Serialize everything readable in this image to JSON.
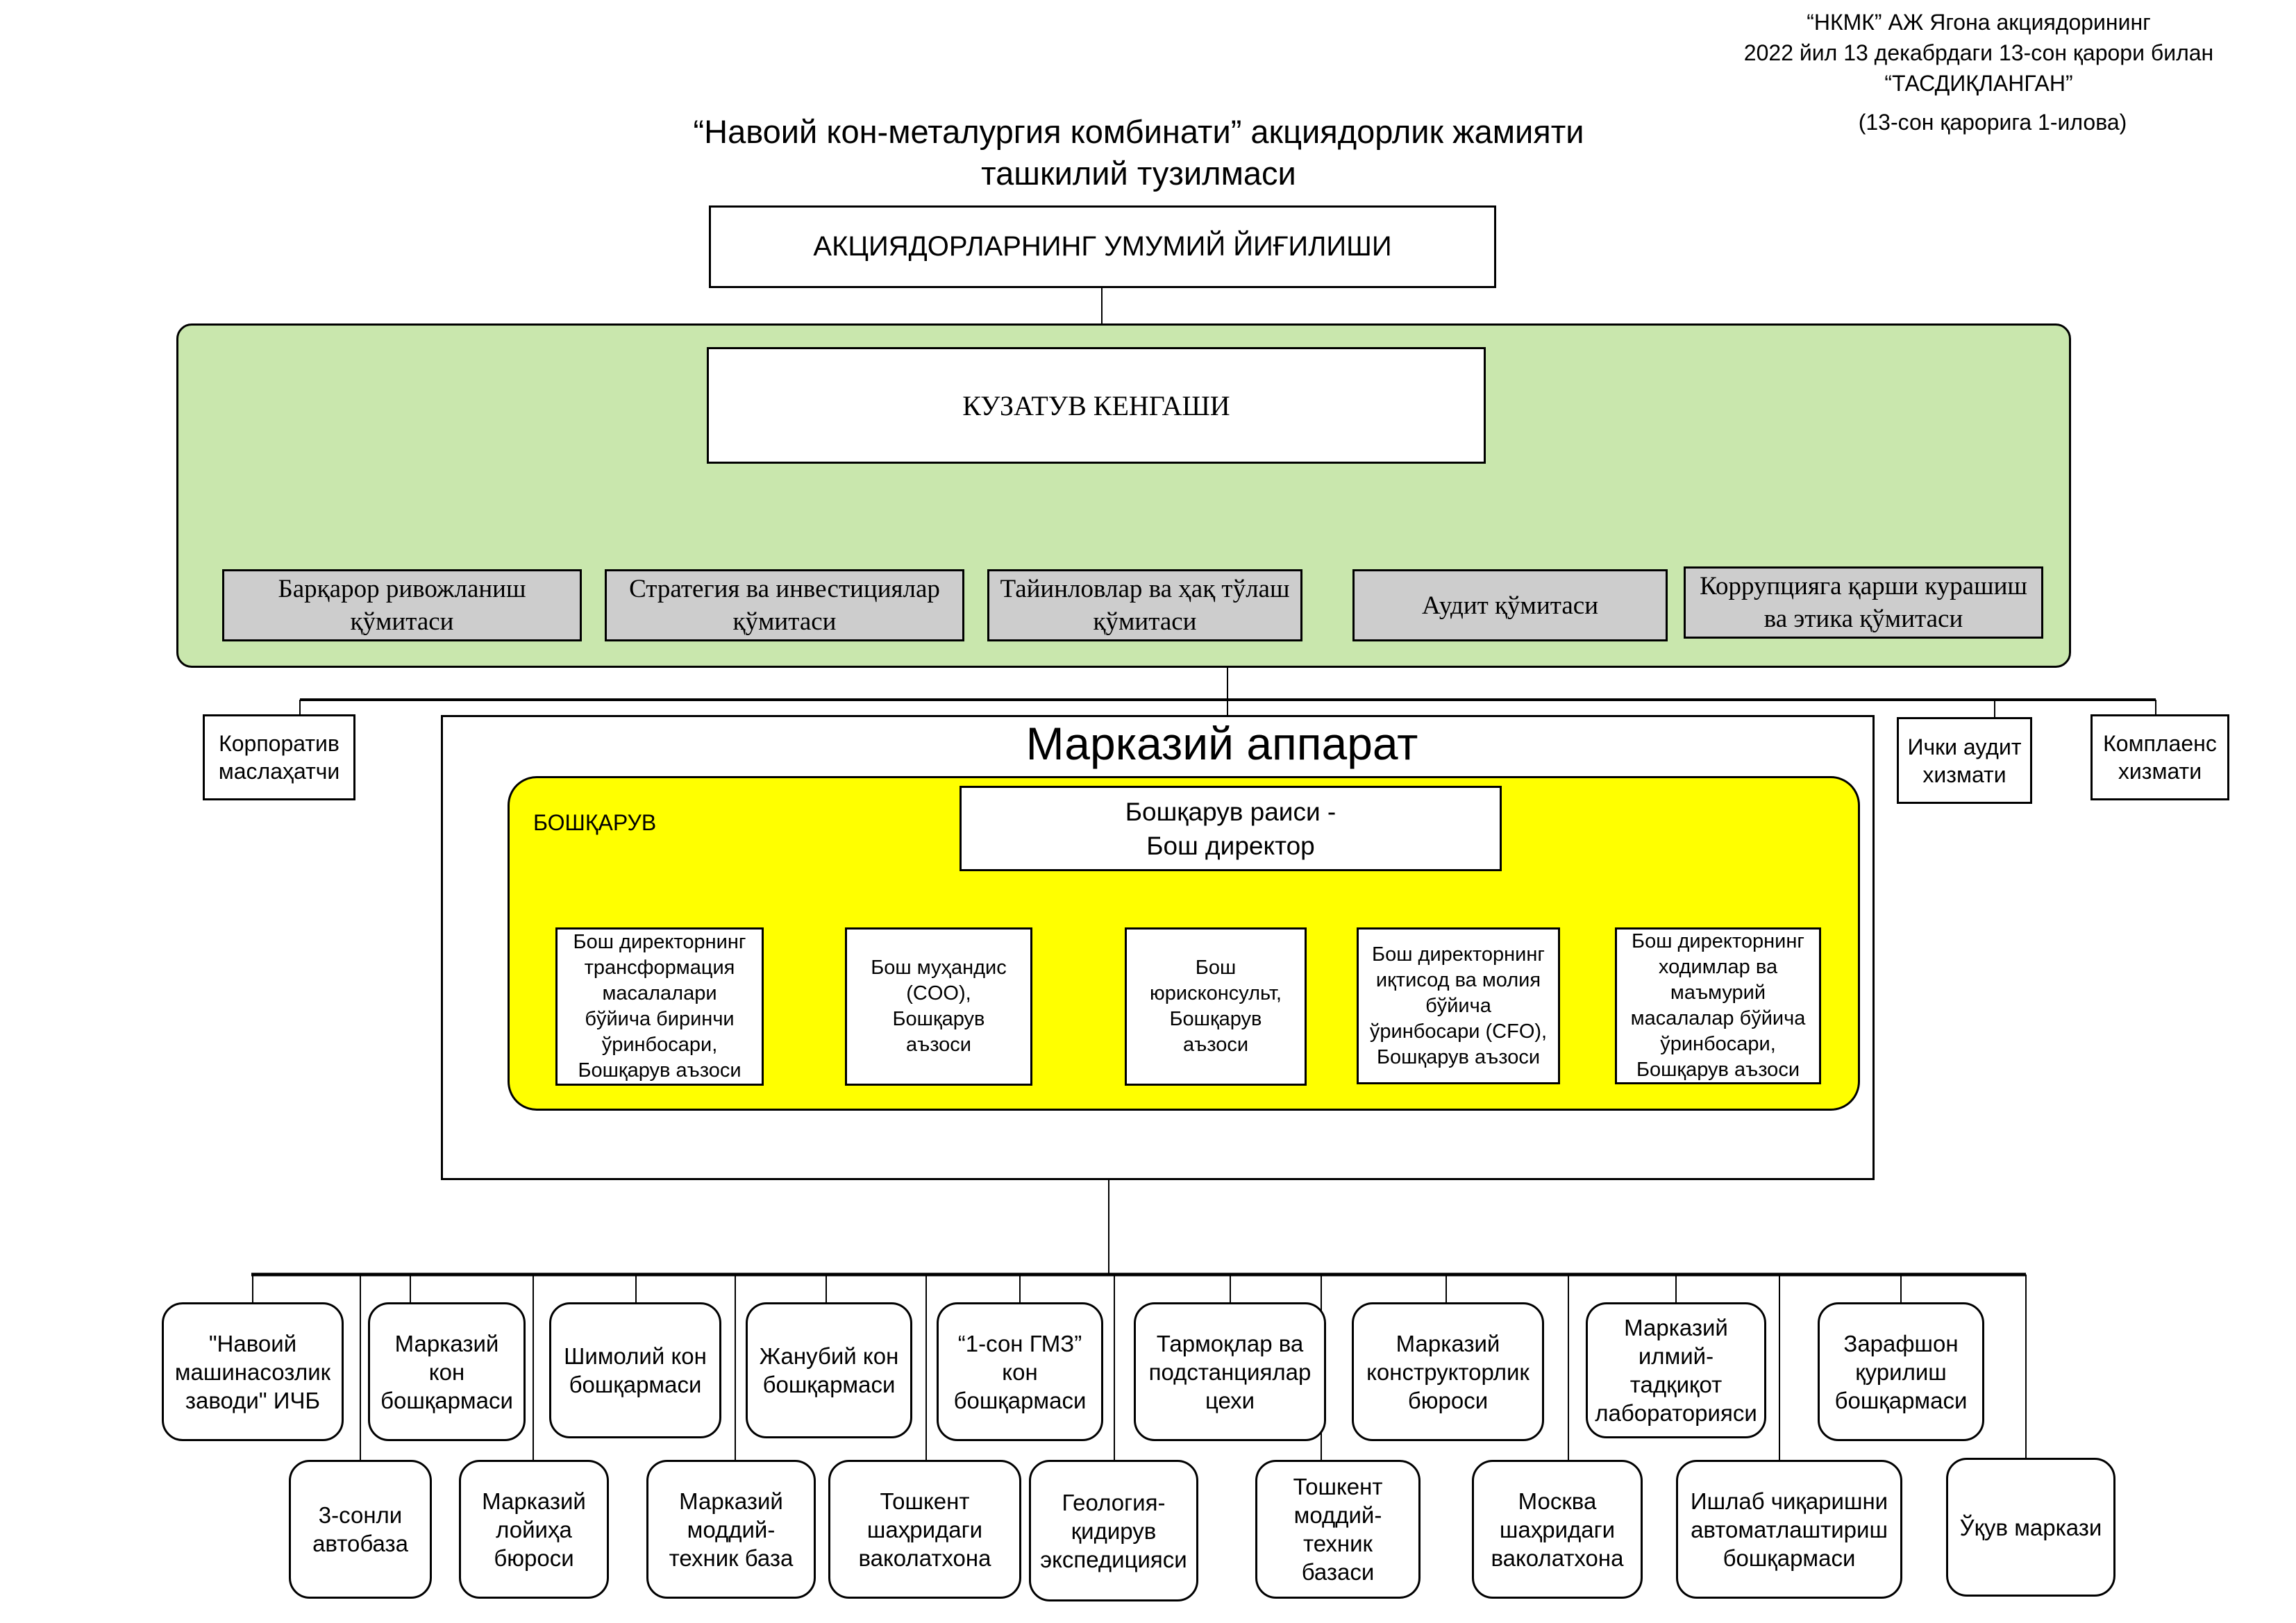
{
  "approval": {
    "text": "“НКМК” АЖ Ягона акциядорининг\n2022 йил 13 декабрдаги 13-сон қарори билан\n“ТАСДИҚЛАНГАН”",
    "annex": "(13-сон қарорига 1-илова)"
  },
  "title": "“Навоий кон-металургия комбинати” акциядорлик жамияти\nташкилий тузилмаси",
  "shareholders_meeting": "АКЦИЯДОРЛАРНИНГ УМУМИЙ ЙИҒИЛИШИ",
  "supervisory_board": {
    "title": "КУЗАТУВ КЕНГАШИ",
    "committees": [
      "Барқарор ривожланиш\nқўмитаси",
      "Стратегия ва инвестициялар\nқўмитаси",
      "Тайинловлар ва ҳақ тўлаш\nқўмитаси",
      "Аудит қўмитаси",
      "Коррупцияга қарши курашиш\nва этика қўмитаси"
    ],
    "fill_color": "#c9e7ad",
    "committee_color": "#cdcdcd"
  },
  "side_units": {
    "left": "Корпоратив\nмаслаҳатчи",
    "right": [
      "Ички аудит\nхизмати",
      "Комплаенс\nхизмати"
    ]
  },
  "central_apparatus": {
    "title": "Марказий аппарат",
    "board": {
      "label": "БОШҚАРУВ",
      "fill_color": "#ffff00",
      "chairman": "Бошқарув раиси -\nБош директор",
      "members": [
        "Бош директорнинг\nтрансформация\nмасалалари\nбўйича биринчи\nўринбосари,\nБошқарув аъзоси",
        "Бош муҳандис\n(COO),\nБошқарув\nаъзоси",
        "Бош\nюрисконсульт,\nБошқарув\nаъзоси",
        "Бош директорнинг\nиқтисод ва молия\nбўйича\nўринбосари (CFO),\nБошқарув аъзоси",
        "Бош директорнинг\nходимлар ва\nмаъмурий\nмасалалар бўйича\nўринбосари,\nБошқарув аъзоси"
      ]
    }
  },
  "subdivisions": {
    "row1": [
      "\"Навоий\nмашинасозлик\nзаводи\" ИЧБ",
      "Марказий\nкон\nбошқармаси",
      "Шимолий кон\nбошқармаси",
      "Жанубий кон\nбошқармаси",
      "“1-сон ГМЗ”\nкон\nбошқармаси",
      "Тармоқлар ва\nподстанциялар\nцехи",
      "Марказий\nконструкторлик\nбюроси",
      "Марказий\nилмий-\nтадқиқот\nлабораторияси",
      "Зарафшон\nқурилиш\nбошқармаси"
    ],
    "row2": [
      "3-сонли\nавтобаза",
      "Марказий\nлойиҳа\nбюроси",
      "Марказий\nмоддий-\nтехник база",
      "Тошкент\nшаҳридаги\nваколатхона",
      "Геология-\nқидирув\nэкспедицияси",
      "Тошкент\nмоддий-\nтехник\nбазаси",
      "Москва\nшаҳридаги\nваколатхона",
      "Ишлаб чиқаришни\nавтоматлаштириш\nбошқармаси",
      "Ўқув маркази"
    ]
  }
}
